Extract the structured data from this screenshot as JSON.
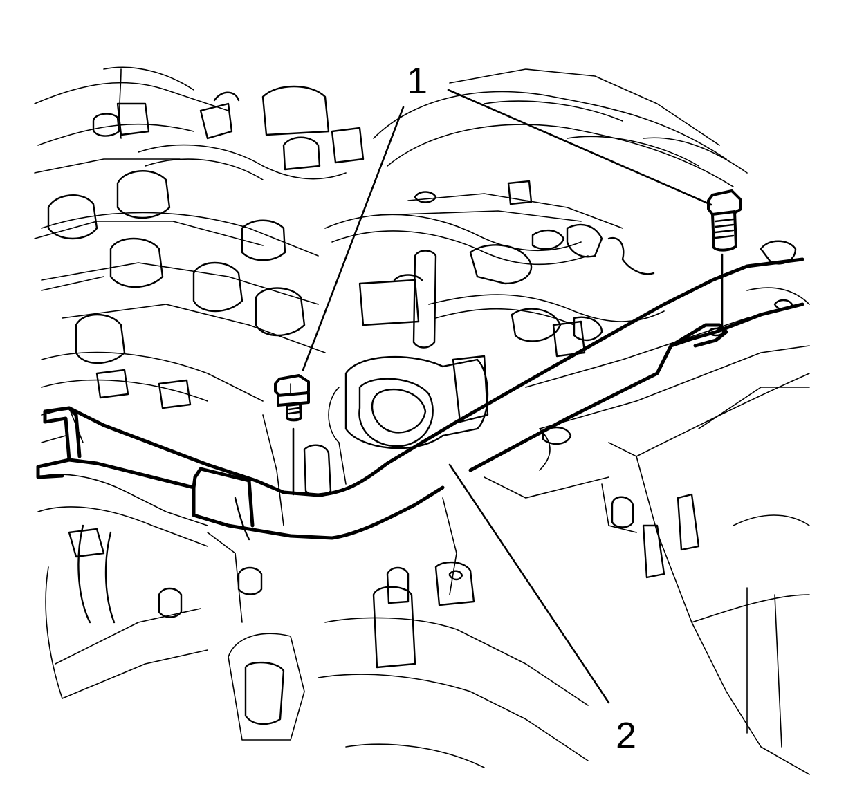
{
  "callouts": [
    {
      "id": "1",
      "label": "1",
      "part": "bolts"
    },
    {
      "id": "2",
      "label": "2",
      "part": "fuel-line-bracket"
    }
  ],
  "colors": {
    "line": "#000000",
    "background": "#ffffff"
  }
}
